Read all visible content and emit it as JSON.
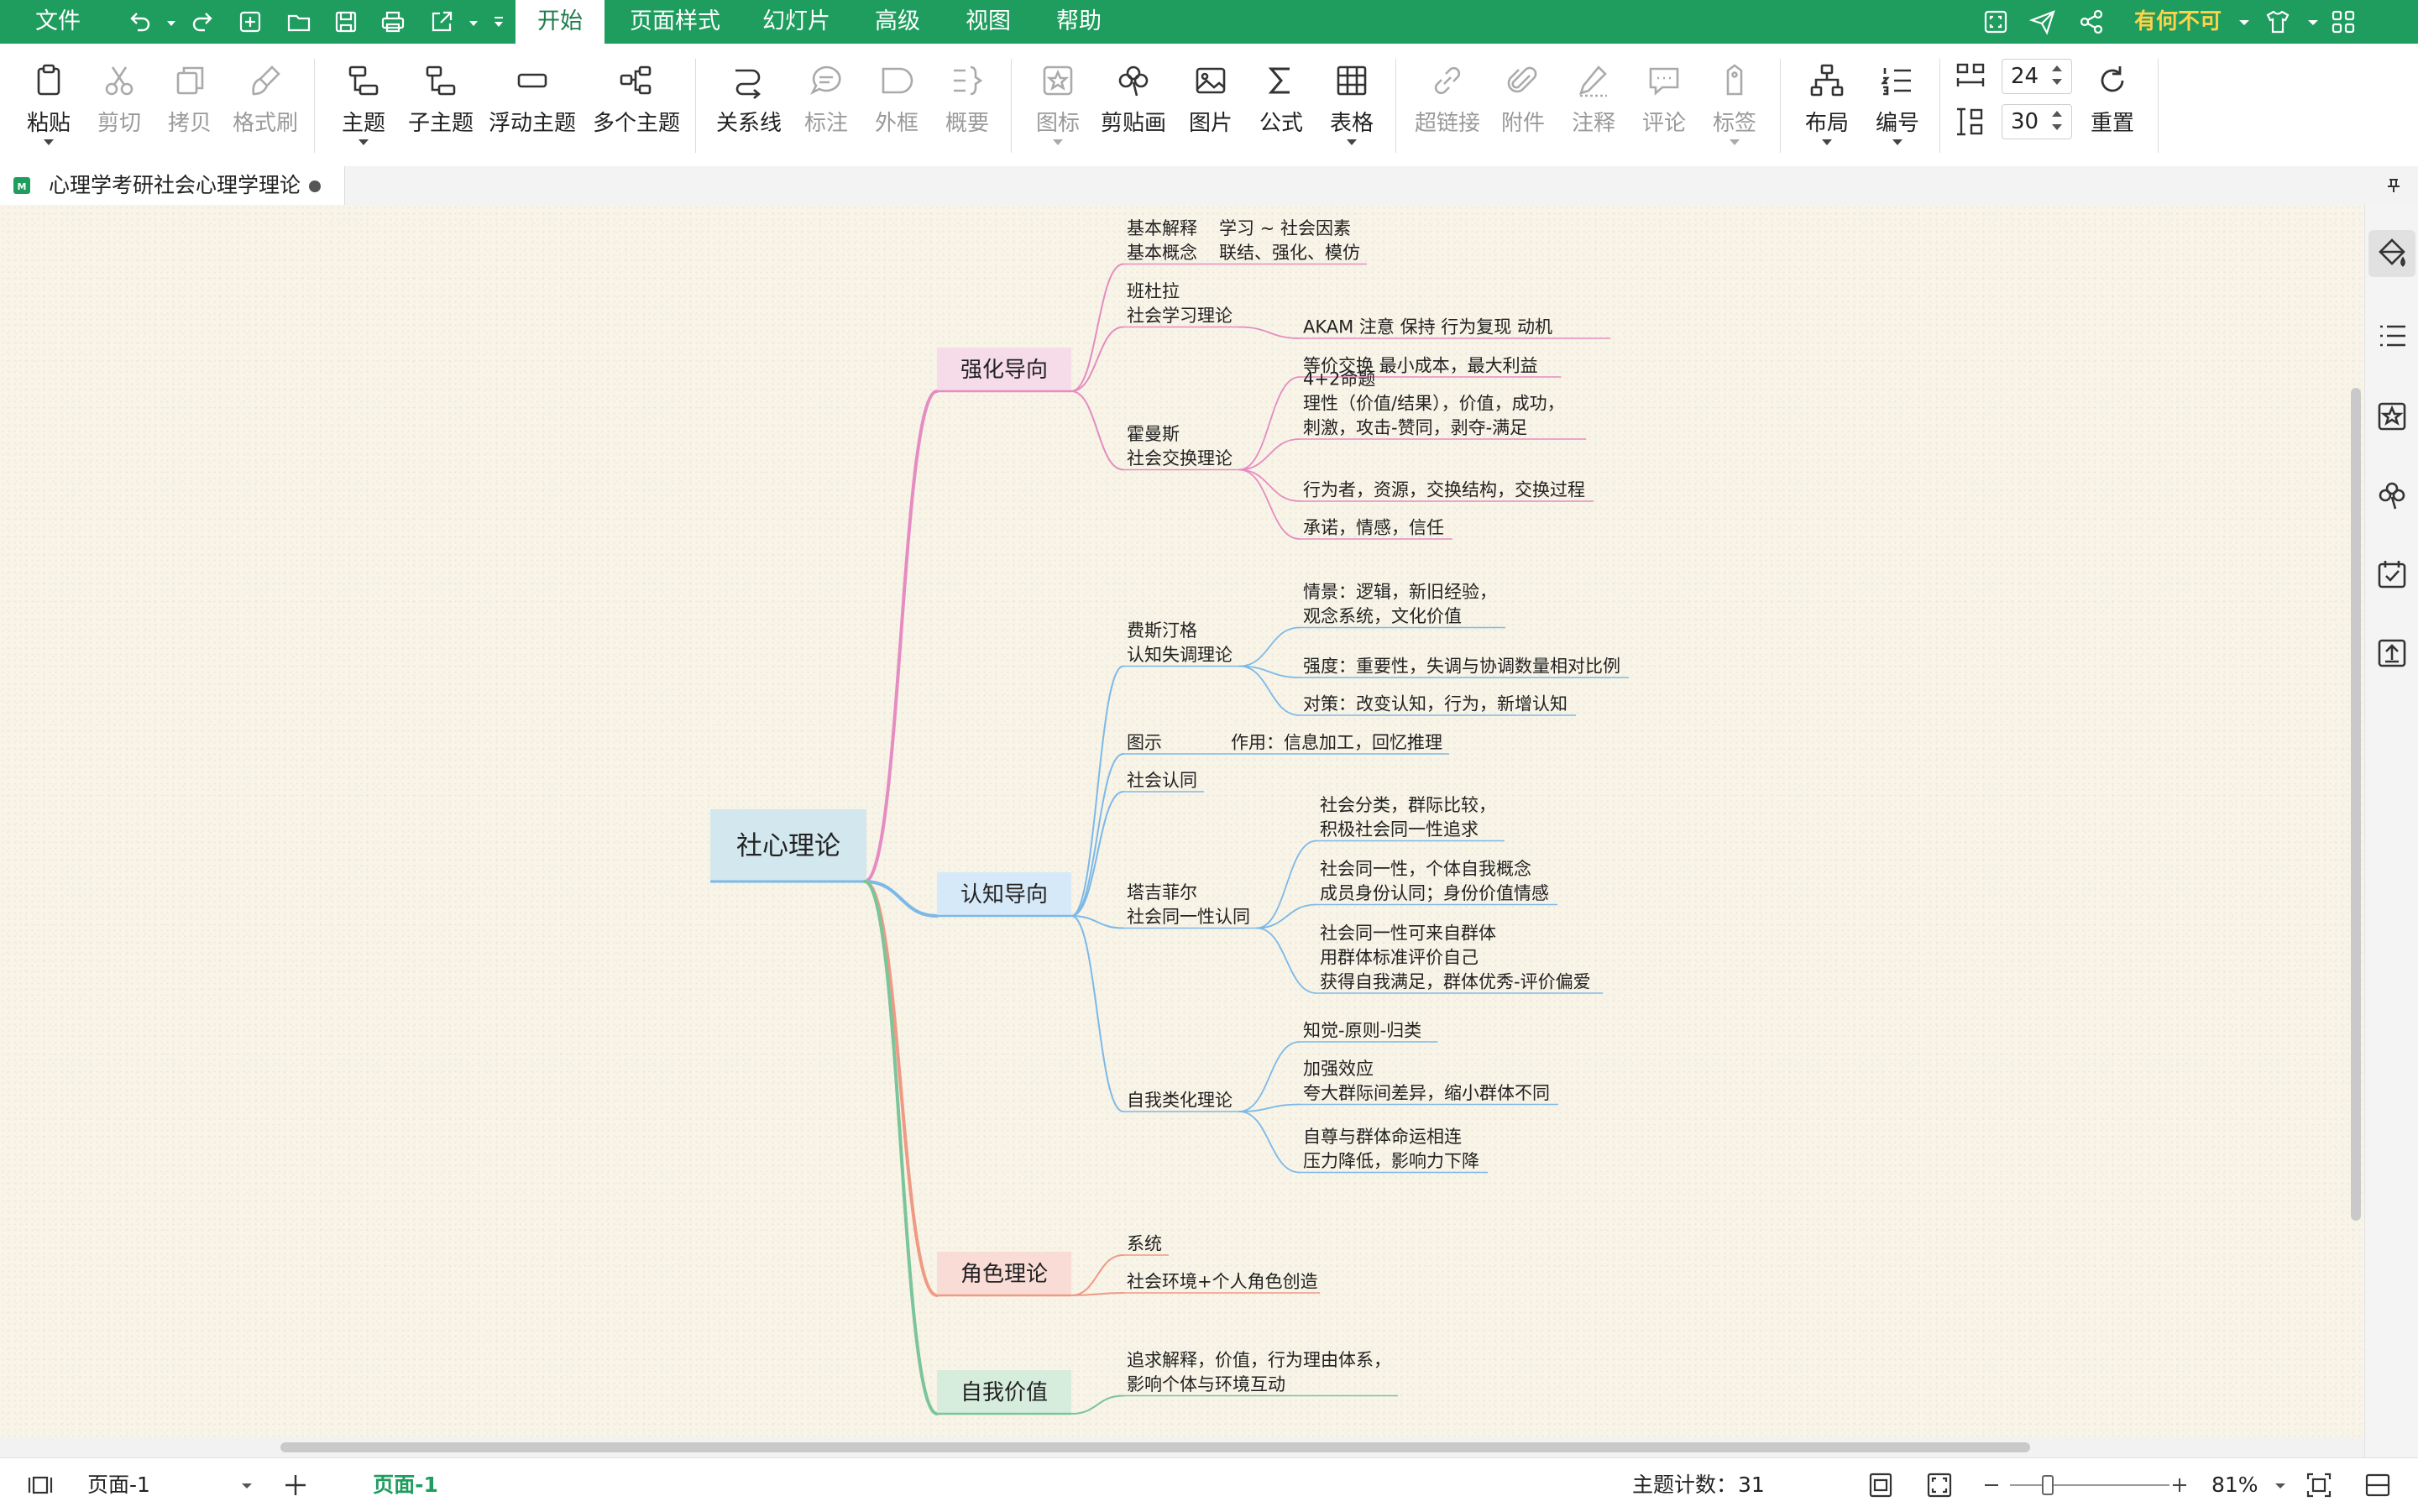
{
  "menubar": {
    "file": "文件",
    "tabs": [
      "开始",
      "页面样式",
      "幻灯片",
      "高级",
      "视图",
      "帮助"
    ],
    "active_tab": "开始",
    "user": "有何不可"
  },
  "ribbon": {
    "paste": "粘贴",
    "cut": "剪切",
    "copy": "拷贝",
    "format_painter": "格式刷",
    "topic": "主题",
    "subtopic": "子主题",
    "floating_topic": "浮动主题",
    "multi_topic": "多个主题",
    "relationship": "关系线",
    "callout": "标注",
    "boundary": "外框",
    "summary": "概要",
    "icon": "图标",
    "clipart": "剪贴画",
    "image": "图片",
    "formula": "公式",
    "table": "表格",
    "hyperlink": "超链接",
    "attachment": "附件",
    "note": "注释",
    "comment": "评论",
    "tag": "标签",
    "layout": "布局",
    "numbering": "编号",
    "h_spacing": "24",
    "v_spacing": "30",
    "reset": "重置"
  },
  "document": {
    "tab_title": "心理学考研社会心理学理论"
  },
  "mindmap": {
    "root": "社心理论",
    "branches": [
      {
        "label": "强化导向",
        "color": "#e58cc2",
        "fill": "#f6dbe9",
        "items": [
          {
            "lines": [
              "基本解释",
              "基本概念"
            ],
            "right": [
              "学习 ~ 社会因素",
              "联结、强化、模仿"
            ]
          },
          {
            "lines": [
              "班杜拉",
              "社会学习理论"
            ],
            "children": [
              [
                "AKAM  注意  保持  行为复现  动机"
              ]
            ]
          },
          {
            "lines": [
              "霍曼斯",
              "社会交换理论"
            ],
            "children": [
              [
                "等价交换  最小成本，最大利益"
              ],
              [
                "4+2命题",
                "理性（价值/结果），价值，成功，",
                "刺激，攻击-赞同，剥夺-满足"
              ],
              [
                "行为者，资源，交换结构，交换过程"
              ],
              [
                "承诺，情感，信任"
              ]
            ]
          }
        ]
      },
      {
        "label": "认知导向",
        "color": "#7cb9e8",
        "fill": "#d6e9f8",
        "items": [
          {
            "lines": [
              "费斯汀格",
              "认知失调理论"
            ],
            "children": [
              [
                "情景：逻辑，新旧经验，",
                "观念系统，文化价值"
              ],
              [
                "强度：重要性，失调与协调数量相对比例"
              ],
              [
                "对策：改变认知，行为，新增认知"
              ]
            ]
          },
          {
            "lines": [
              "图示"
            ],
            "right": [
              "作用：信息加工，回忆推理"
            ]
          },
          {
            "lines": [
              "社会认同"
            ]
          },
          {
            "lines": [
              "塔吉菲尔",
              "社会同一性认同"
            ],
            "children": [
              [
                "社会分类，群际比较，",
                "积极社会同一性追求"
              ],
              [
                "社会同一性，个体自我概念",
                "成员身份认同；身份价值情感"
              ],
              [
                "社会同一性可来自群体",
                "用群体标准评价自己",
                "获得自我满足，群体优秀-评价偏爱"
              ]
            ]
          },
          {
            "lines": [
              "自我类化理论"
            ],
            "children": [
              [
                "知觉-原则-归类"
              ],
              [
                "加强效应",
                "夸大群际间差异，缩小群体不同"
              ],
              [
                "自尊与群体命运相连",
                "压力降低，影响力下降"
              ]
            ]
          }
        ]
      },
      {
        "label": "角色理论",
        "color": "#ee9a84",
        "fill": "#f8dcd5",
        "items": [
          {
            "lines": [
              "系统"
            ]
          },
          {
            "lines": [
              "社会环境+个人角色创造"
            ]
          }
        ]
      },
      {
        "label": "自我价值",
        "color": "#7cc49a",
        "fill": "#d6ecdd",
        "items": [
          {
            "lines": [
              "追求解释，价值，行为理由体系，",
              "影响个体与环境互动"
            ]
          }
        ]
      }
    ]
  },
  "statusbar": {
    "page_select": "页面-1",
    "page_tab": "页面-1",
    "topic_count_label": "主题计数：",
    "topic_count": "31",
    "zoom": "81%"
  },
  "colors": {
    "brand": "#1f9d5f",
    "canvas": "#f8f4e8",
    "root_fill": "#d3e8ee",
    "user_name": "#ffd24a"
  },
  "icons": [
    "undo-icon",
    "redo-icon",
    "new-icon",
    "open-icon",
    "save-icon",
    "print-icon",
    "export-icon",
    "fullscreen-icon",
    "send-icon",
    "share-icon",
    "skin-icon",
    "apps-icon",
    "pin-icon",
    "style-icon",
    "outline-icon",
    "icon-panel-icon",
    "clipart-panel-icon",
    "task-icon",
    "export-panel-icon"
  ]
}
